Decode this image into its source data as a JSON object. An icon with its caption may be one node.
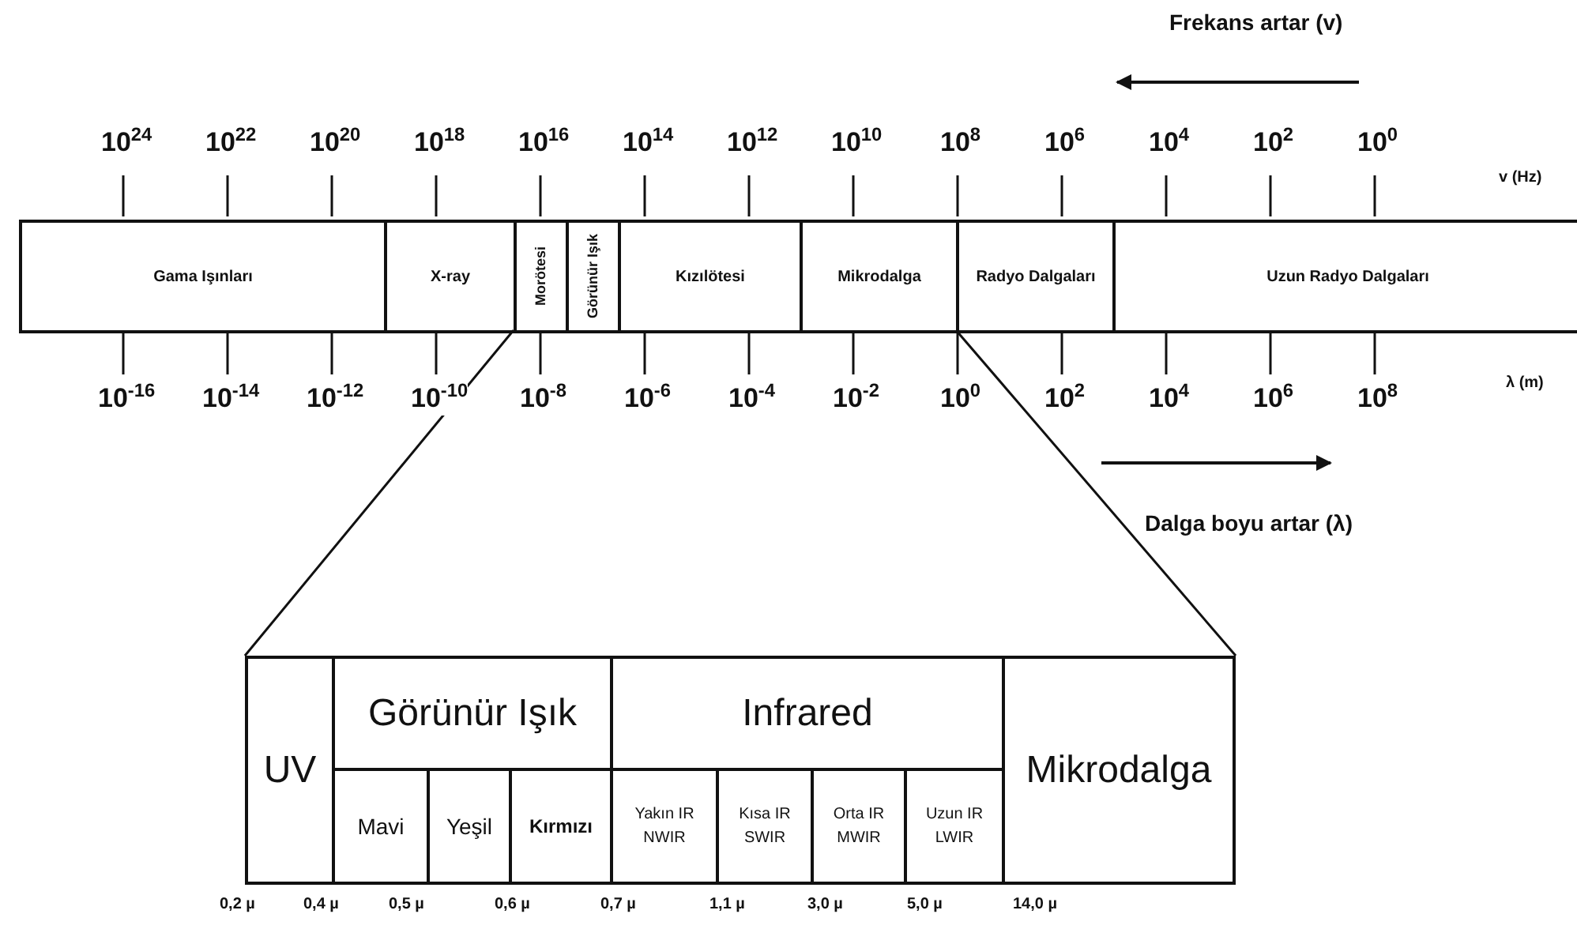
{
  "diagram": {
    "nodes": [
      {
        "text": [
          "Gama Işınları"
        ]
      },
      {
        "text": [
          "X-ray"
        ]
      },
      {
        "text": [
          "Morötesi"
        ]
      },
      {
        "text": [
          "Görünür Işık"
        ]
      },
      {
        "text": [
          "Kızılötesi"
        ]
      },
      {
        "text": [
          "Mikrodalga"
        ]
      },
      {
        "text": [
          "Radyo Dalgaları"
        ]
      },
      {
        "text": [
          "Uzun Radyo Dalgaları"
        ]
      },
      {
        "text": [
          "UV"
        ]
      },
      {
        "text": [
          "Görünür Işık"
        ]
      },
      {
        "text": [
          "Infrared"
        ]
      },
      {
        "text": [
          "Mikrodalga"
        ]
      },
      {
        "text": [
          "Mavi"
        ]
      },
      {
        "text": [
          "Yeşil"
        ]
      },
      {
        "text": [
          "Kırmızı"
        ]
      },
      {
        "text": [
          "Yakın IR NWIR"
        ]
      },
      {
        "text": [
          "Kısa IR SWIR"
        ]
      },
      {
        "text": [
          "Orta IR MWIR"
        ]
      },
      {
        "text": [
          "Uzun IR LWIR"
        ]
      }
    ],
    "labels": [
      "Frekans artar (v)",
      "10$^{24}$",
      "10$^{22}$",
      "10$^{20}$",
      "10$^{18}$",
      "10$^{16}$",
      "10$^{14}$",
      "10$^{12}$",
      "10$^{10}$",
      "10$^{8}$",
      "10$^{6}$",
      "10$^{4}$",
      "10$^{2}$",
      "10$^{0}$",
      "v (Hz)",
      "10$^{-16}$",
      "10$^{-14}$",
      "10$^{-12}$",
      "10$^{-10}$",
      "10$^{-8}$",
      "10$^{-6}$",
      "10$^{-4}$",
      "10$^{-2}$",
      "10$^{0}$",
      "10$^{2}$",
      "10$^{4}$",
      "10$^{6}$",
      "10$^{8}$",
      "λ (m)",
      "Dalga boyu artar (λ)",
      "0,2 µ",
      "0,4 µ",
      "0,5 µ",
      "0,6 µ",
      "0,7 µ",
      "1,1 µ",
      "3,0 µ",
      "5,0 µ",
      "14,0 µ"
    ]
  }
}
